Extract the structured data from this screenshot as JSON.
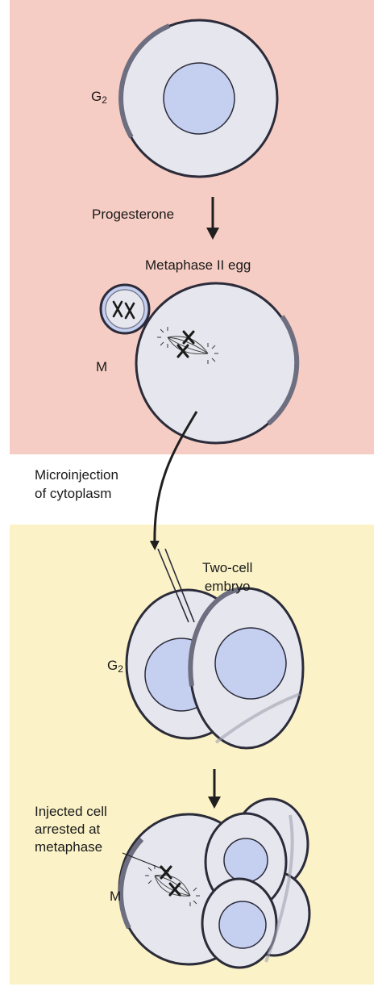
{
  "labels": {
    "g2_top": "G",
    "g2_top_sub": "2",
    "progesterone": "Progesterone",
    "metaphase_egg": "Metaphase II egg",
    "m_top": "M",
    "microinjection_line1": "Microinjection",
    "microinjection_line2": "of cytoplasm",
    "two_cell_line1": "Two-cell",
    "two_cell_line2": "embryo",
    "g2_bottom": "G",
    "g2_bottom_sub": "2",
    "injected_line1": "Injected cell",
    "injected_line2": "arrested at",
    "injected_line3": "metaphase",
    "m_bottom": "M"
  },
  "colors": {
    "top_panel": "#f6cdc4",
    "bottom_panel": "#fbf3c7",
    "cytoplasm": "#e6e7ee",
    "nucleus": "#c5cff0",
    "membrane": "#2b2b3a",
    "membrane_gray": "#6d6f80",
    "arrow": "#1f1f1f"
  }
}
